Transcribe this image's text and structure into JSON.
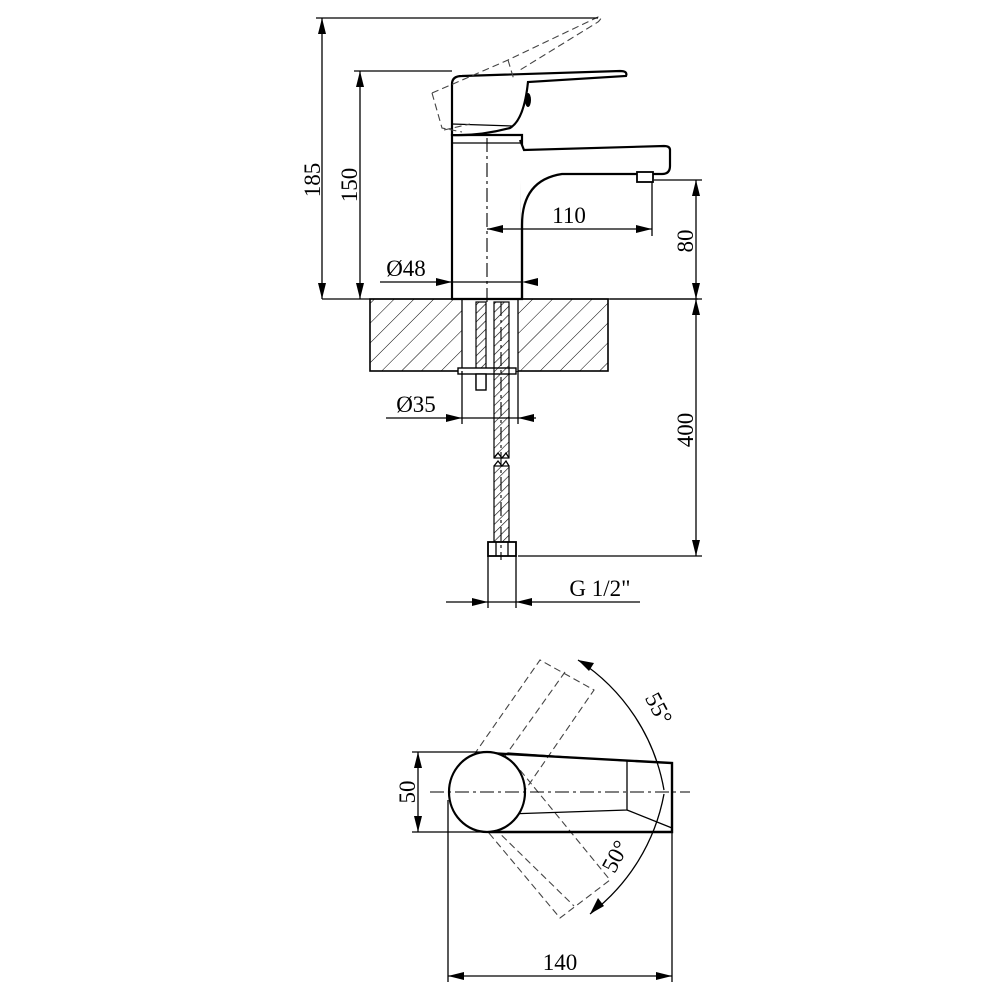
{
  "side_view": {
    "dim_total_height": "185",
    "dim_spout_height": "150",
    "dim_spout_reach": "110",
    "dim_outlet_height": "80",
    "dim_body_diameter": "Ø48",
    "dim_hole_diameter": "Ø35",
    "dim_hose_length": "400",
    "dim_connection_thread": "G 1/2\""
  },
  "top_view": {
    "dim_handle_width": "50",
    "dim_total_length": "140",
    "angle_left_rotation": "55°",
    "angle_right_rotation": "50°"
  }
}
